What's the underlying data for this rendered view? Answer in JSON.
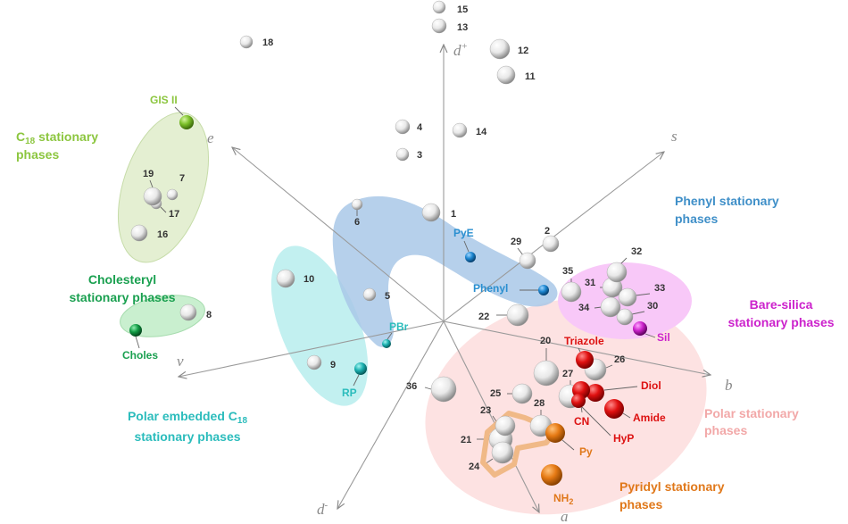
{
  "axes": [
    {
      "id": "d_plus",
      "label": "d",
      "sup": "+"
    },
    {
      "id": "d_minus",
      "label": "d",
      "sup": "-"
    },
    {
      "id": "s",
      "label": "s",
      "sup": ""
    },
    {
      "id": "e",
      "label": "e",
      "sup": ""
    },
    {
      "id": "v",
      "label": "v",
      "sup": ""
    },
    {
      "id": "b",
      "label": "b",
      "sup": ""
    },
    {
      "id": "a",
      "label": "a",
      "sup": ""
    }
  ],
  "groups": [
    {
      "id": "c18",
      "lines": [
        "C18 stationary",
        "phases"
      ],
      "color": "#8cc63f"
    },
    {
      "id": "cholesteryl",
      "lines": [
        "Cholesteryl",
        "stationary phases"
      ],
      "color": "#1aa050"
    },
    {
      "id": "polar-embedded",
      "lines": [
        "Polar embedded C18",
        "stationary phases"
      ],
      "color": "#2bbcbc"
    },
    {
      "id": "phenyl",
      "lines": [
        "Phenyl stationary",
        "phases"
      ],
      "color": "#3f8fc8"
    },
    {
      "id": "bare-silica",
      "lines": [
        "Bare-silica",
        "stationary phases"
      ],
      "color": "#cc22cc"
    },
    {
      "id": "polar",
      "lines": [
        "Polar stationary",
        "phases"
      ],
      "color": "#f2a8a8"
    },
    {
      "id": "pyridyl",
      "lines": [
        "Pyridyl stationary",
        "phases"
      ],
      "color": "#e0781a"
    }
  ],
  "white_points": [
    "1",
    "2",
    "3",
    "4",
    "5",
    "6",
    "7",
    "8",
    "9",
    "10",
    "11",
    "12",
    "13",
    "14",
    "15",
    "16",
    "17",
    "18",
    "19",
    "20",
    "21",
    "22",
    "23",
    "24",
    "25",
    "26",
    "27",
    "28",
    "29",
    "30",
    "31",
    "32",
    "33",
    "34",
    "35",
    "36"
  ],
  "phases": [
    {
      "id": "gis2",
      "label": "GIS II",
      "color": "#8cc63f"
    },
    {
      "id": "choles",
      "label": "Choles",
      "color": "#1aa050"
    },
    {
      "id": "rp",
      "label": "RP",
      "color": "#2bbcbc"
    },
    {
      "id": "pbr",
      "label": "PBr",
      "color": "#2bbcbc"
    },
    {
      "id": "pye",
      "label": "PyE",
      "color": "#2a8fd0"
    },
    {
      "id": "phenyl",
      "label": "Phenyl",
      "color": "#2a8fd0"
    },
    {
      "id": "sil",
      "label": "Sil",
      "color": "#cc22cc"
    },
    {
      "id": "triazole",
      "label": "Triazole",
      "color": "#dd1111"
    },
    {
      "id": "diol",
      "label": "Diol",
      "color": "#dd1111"
    },
    {
      "id": "amide",
      "label": "Amide",
      "color": "#dd1111"
    },
    {
      "id": "cn",
      "label": "CN",
      "color": "#dd1111"
    },
    {
      "id": "hyp",
      "label": "HyP",
      "color": "#dd1111"
    },
    {
      "id": "py",
      "label": "Py",
      "color": "#e0781a"
    },
    {
      "id": "nh2",
      "label": "NH2",
      "color": "#e0781a"
    }
  ]
}
